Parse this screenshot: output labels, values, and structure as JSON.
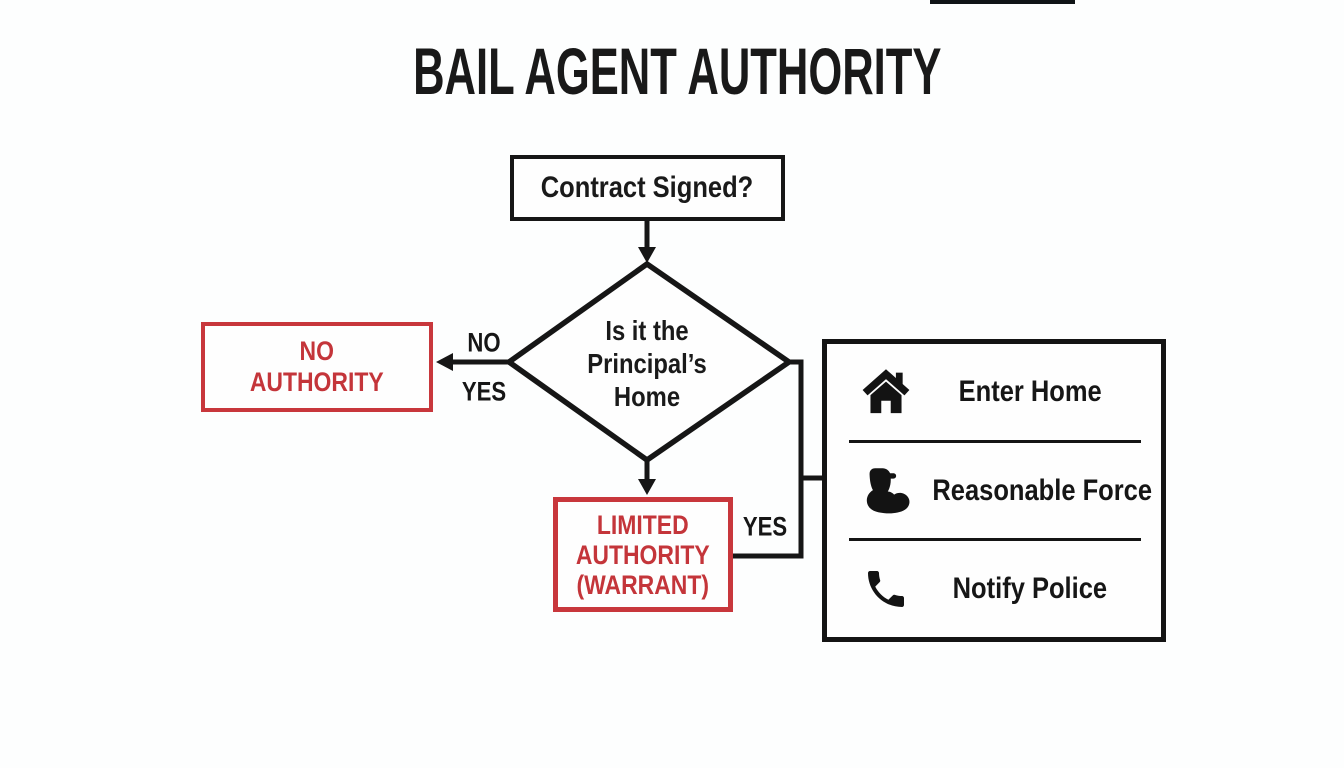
{
  "title": "BAIL AGENT AUTHORITY",
  "colors": {
    "red": "#c8373c",
    "ink": "#1a1a1a",
    "background": "#fdfefe"
  },
  "flow": {
    "contract": {
      "label": "Contract Signed?"
    },
    "decision": {
      "line1": "Is it the",
      "line2": "Principal’s",
      "line3": "Home"
    },
    "no_authority": {
      "line1": "NO",
      "line2": "AUTHORITY"
    },
    "limited_authority": {
      "line1": "LIMITED",
      "line2": "AUTHORITY",
      "line3": "(WARRANT)"
    },
    "edge_labels": {
      "no": "NO",
      "yes_left": "YES",
      "yes_right": "YES"
    }
  },
  "authority_panel": {
    "items": [
      {
        "icon": "home-icon",
        "label": "Enter Home"
      },
      {
        "icon": "bicep-icon",
        "label": "Reasonable Force"
      },
      {
        "icon": "phone-icon",
        "label": "Notify Police"
      }
    ]
  }
}
